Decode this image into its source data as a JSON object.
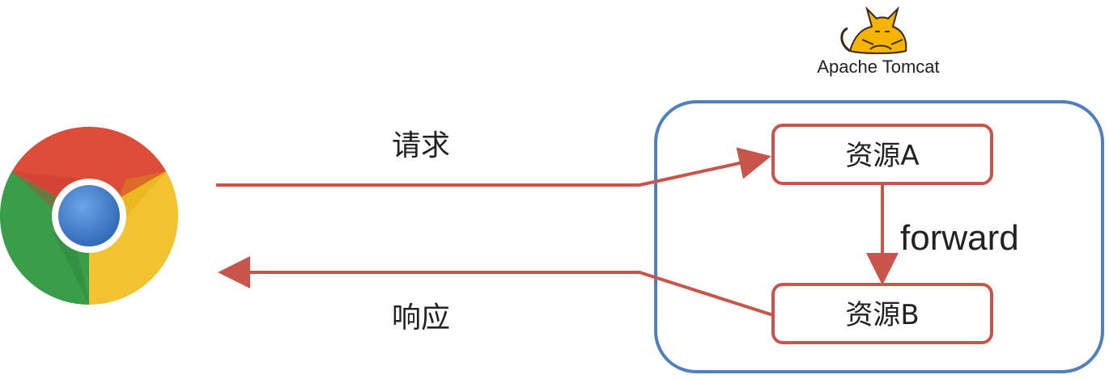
{
  "request_label": "请求",
  "response_label": "响应",
  "forward_label": "forward",
  "server": {
    "logo_text": "Apache Tomcat"
  },
  "resources": {
    "a": "资源A",
    "b": "资源B"
  },
  "colors": {
    "arrow": "#c8544a",
    "container_border": "#4f7fc0",
    "resource_border": "#c8544a",
    "chrome_red": "#dd4b39",
    "chrome_yellow": "#f2c230",
    "chrome_green": "#3a9d4a",
    "chrome_blue": "#3b78c9"
  },
  "icons": {
    "browser": "chrome-icon",
    "server": "tomcat-icon"
  }
}
